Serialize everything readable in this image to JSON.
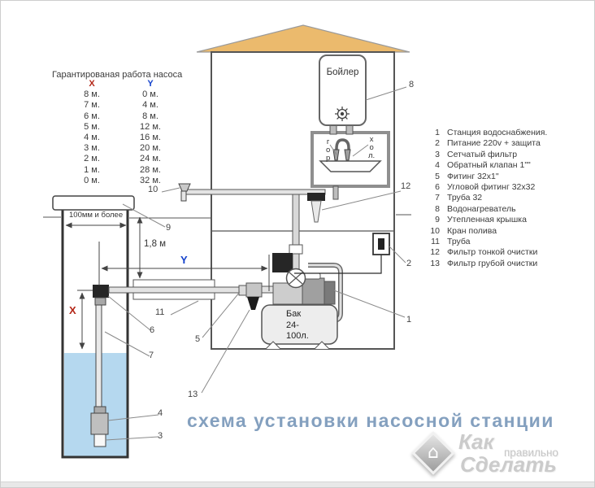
{
  "title": "схема установки насосной станции",
  "pump_table": {
    "header": "Гарантированая работа насоса",
    "col_x": "X",
    "col_y": "Y",
    "rows": [
      {
        "x": "8 м.",
        "y": "0 м."
      },
      {
        "x": "7 м.",
        "y": "4 м."
      },
      {
        "x": "6 м.",
        "y": "8 м."
      },
      {
        "x": "5 м.",
        "y": "12 м."
      },
      {
        "x": "4 м.",
        "y": "16 м."
      },
      {
        "x": "3 м.",
        "y": "20 м."
      },
      {
        "x": "2 м.",
        "y": "24 м."
      },
      {
        "x": "1 м.",
        "y": "28 м."
      },
      {
        "x": "0 м.",
        "y": "32 м."
      }
    ]
  },
  "legend": {
    "items": [
      {
        "num": "1",
        "text": "Станция водоснабжения."
      },
      {
        "num": "2",
        "text": "Питание 220v + защита"
      },
      {
        "num": "3",
        "text": "Сетчатый фильтр"
      },
      {
        "num": "4",
        "text": "Обратный клапан 1\"\""
      },
      {
        "num": "5",
        "text": "Фитинг 32x1\""
      },
      {
        "num": "6",
        "text": "Угловой фитинг 32x32"
      },
      {
        "num": "7",
        "text": "Труба 32"
      },
      {
        "num": "8",
        "text": "Водонагреватель"
      },
      {
        "num": "9",
        "text": "Утепленная крышка"
      },
      {
        "num": "10",
        "text": "Кран полива"
      },
      {
        "num": "11",
        "text": "Труба"
      },
      {
        "num": "12",
        "text": "Фильтр тонкой очистки"
      },
      {
        "num": "13",
        "text": "Фильтр грубой очистки"
      }
    ]
  },
  "labels": {
    "boiler": "Бойлер",
    "hot": "г\nо\nр",
    "cold": "х\nо\nл.",
    "dim_well": "100мм и более",
    "dim_depth": "1,8 м",
    "dim_x": "X",
    "dim_y": "Y"
  },
  "tank": {
    "l1": "Бак",
    "l2": "24-",
    "l3": "100л."
  },
  "callouts": [
    "1",
    "2",
    "3",
    "4",
    "5",
    "6",
    "7",
    "8",
    "9",
    "10",
    "11",
    "12",
    "13"
  ],
  "watermark": {
    "word1": "Как",
    "word2": "правильно",
    "word3": "Сделать"
  },
  "icons": {
    "house": "⌂"
  },
  "colors": {
    "accent_x": "#b42718",
    "accent_y": "#1442cc",
    "roof": "#ebba6d",
    "water": "#b5d8ef",
    "title": "#84a0bf"
  }
}
